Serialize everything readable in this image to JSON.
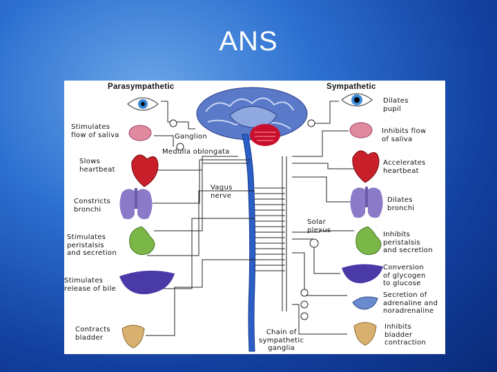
{
  "slide": {
    "title": "ANS"
  },
  "diagram": {
    "headers": {
      "left": "Parasympathetic",
      "right": "Sympathetic"
    },
    "left_labels": {
      "saliva": "Stimulates\nflow of saliva",
      "heart": "Slows\nheartbeat",
      "bronchi": "Constricts\nbronchi",
      "stomach": "Stimulates\nperistalsis\nand secretion",
      "liver": "Stimulates\nrelease of bile",
      "bladder": "Contracts\nbladder"
    },
    "right_labels": {
      "pupil": "Dilates\npupil",
      "saliva": "Inhibits flow\nof saliva",
      "heart": "Accelerates\nheartbeat",
      "bronchi": "Dilates\nbronchi",
      "stomach": "Inhibits\nperistalsis\nand secretion",
      "liver": "Conversion\nof glycogen\nto glucose",
      "adrenal": "Secretion of\nadrenaline and\nnoradrenaline",
      "bladder": "Inhibits\nbladder\ncontraction"
    },
    "center_labels": {
      "ganglion": "Ganglion",
      "medulla": "Medulla oblongata",
      "vagus": "Vagus\nnerve",
      "solar": "Solar\nplexus",
      "chain": "Chain of\nsympathetic\nganglia"
    },
    "colors": {
      "brain": "#5a79c8",
      "cord": "#2b5fc6",
      "cerebellum": "#c8102e",
      "organ_red": "#c8202a",
      "organ_pink": "#e08aa0",
      "lung": "#8a7ac8",
      "stomach": "#7ab648",
      "liver": "#4a3aa8",
      "bladder": "#d8b070"
    }
  }
}
